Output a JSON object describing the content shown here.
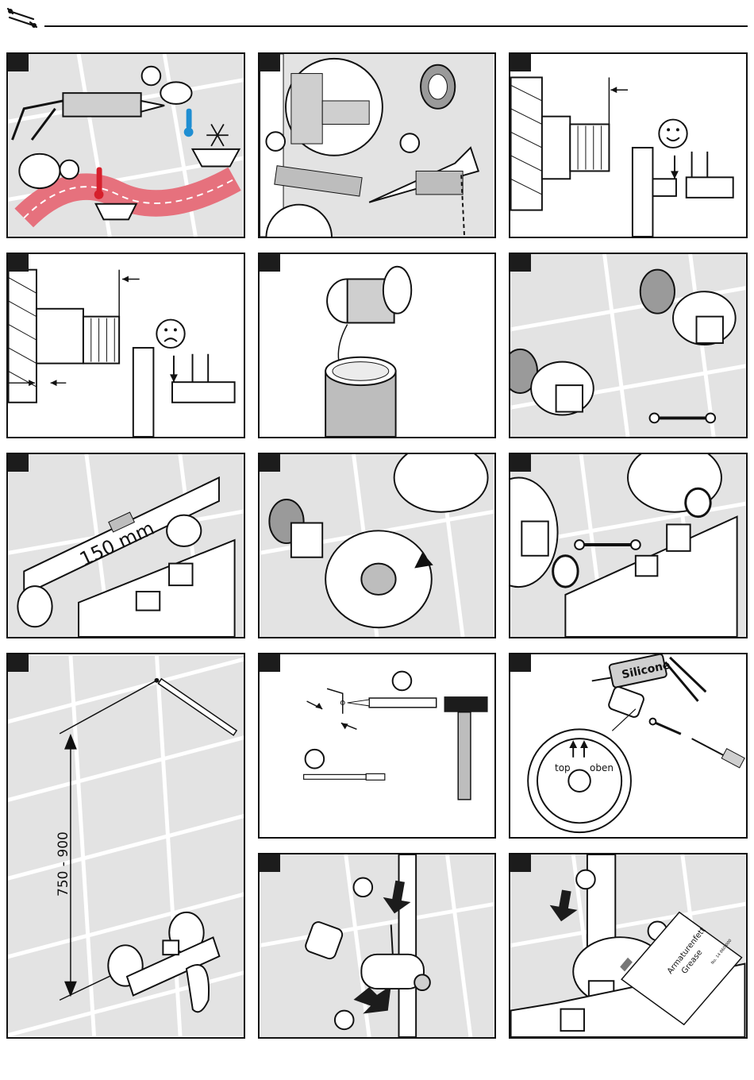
{
  "document": {
    "header_icon": "tools-icon",
    "tool_icons": [
      "caulking-gun-icon",
      "hacksaw-icon",
      "wrench-icon",
      "pencil-icon",
      "hammer-icon",
      "drill-bit-icon",
      "screwdriver-icon"
    ],
    "indicator_icons": [
      "smiley-happy-icon",
      "smiley-sad-icon",
      "thermometer-hot-icon",
      "thermometer-cold-icon",
      "snowflake-icon"
    ]
  },
  "panels": [
    {
      "id": "p1"
    },
    {
      "id": "p2"
    },
    {
      "id": "p3"
    },
    {
      "id": "p4"
    },
    {
      "id": "p5"
    },
    {
      "id": "p6"
    },
    {
      "id": "p7",
      "dimension": "150 mm"
    },
    {
      "id": "p8"
    },
    {
      "id": "p9"
    },
    {
      "id": "p10",
      "dimension": "750 - 900"
    },
    {
      "id": "p11"
    },
    {
      "id": "p12",
      "sealant_label": "Silicone",
      "orient_top": "top",
      "orient_oben": "oben"
    },
    {
      "id": "p13"
    },
    {
      "id": "p14",
      "grease_line1": "Armaturenfett",
      "grease_line2": "Grease",
      "grease_code": "No. 14 860 000"
    }
  ]
}
